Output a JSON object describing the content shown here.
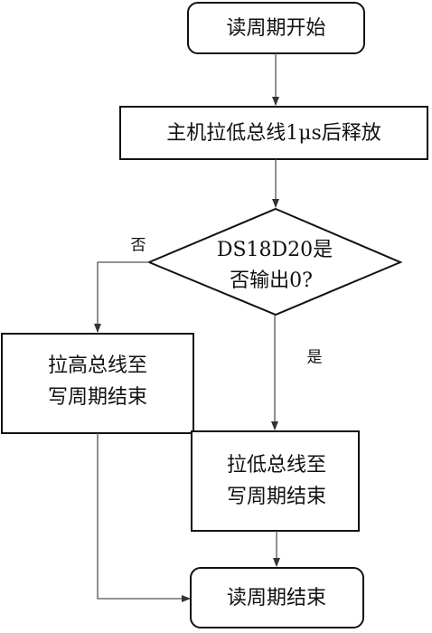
{
  "diagram": {
    "nodes": {
      "start": {
        "label": "读周期开始"
      },
      "release": {
        "label": "主机拉低总线1μs后释放"
      },
      "decision": {
        "line1": "DS18D20是",
        "line2": "否输出0?"
      },
      "pull_high": {
        "line1": "拉高总线至",
        "line2": "写周期结束"
      },
      "pull_low": {
        "line1": "拉低总线至",
        "line2": "写周期结束"
      },
      "end": {
        "label": "读周期结束"
      }
    },
    "edges": {
      "no_label": "否",
      "yes_label": "是"
    },
    "colors": {
      "stroke": "#111111",
      "line": "#555555",
      "background": "#ffffff"
    }
  }
}
